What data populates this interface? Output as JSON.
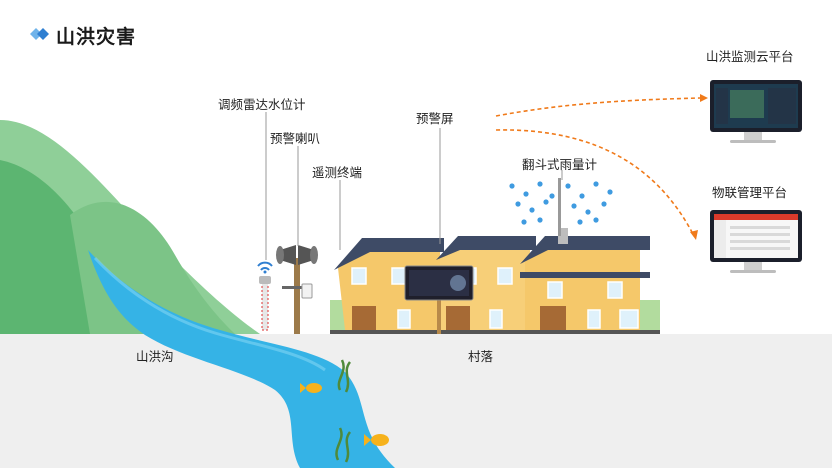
{
  "header": {
    "title": "山洪灾害"
  },
  "labels": {
    "radar": "调频雷达水位计",
    "speaker": "预警喇叭",
    "terminal": "遥测终端",
    "screen": "预警屏",
    "rain_gauge": "翻斗式雨量计",
    "gully": "山洪沟",
    "village": "村落",
    "cloud_platform": "山洪监测云平台",
    "iot_platform": "物联管理平台"
  },
  "colors": {
    "accent": "#2f7fd1",
    "mountain": "#5fb677",
    "river": "#3fb6e8",
    "ground": "#ececec",
    "arrow": "#f07a1a",
    "wall": "#f5c86a",
    "roof": "#3e4b66"
  }
}
